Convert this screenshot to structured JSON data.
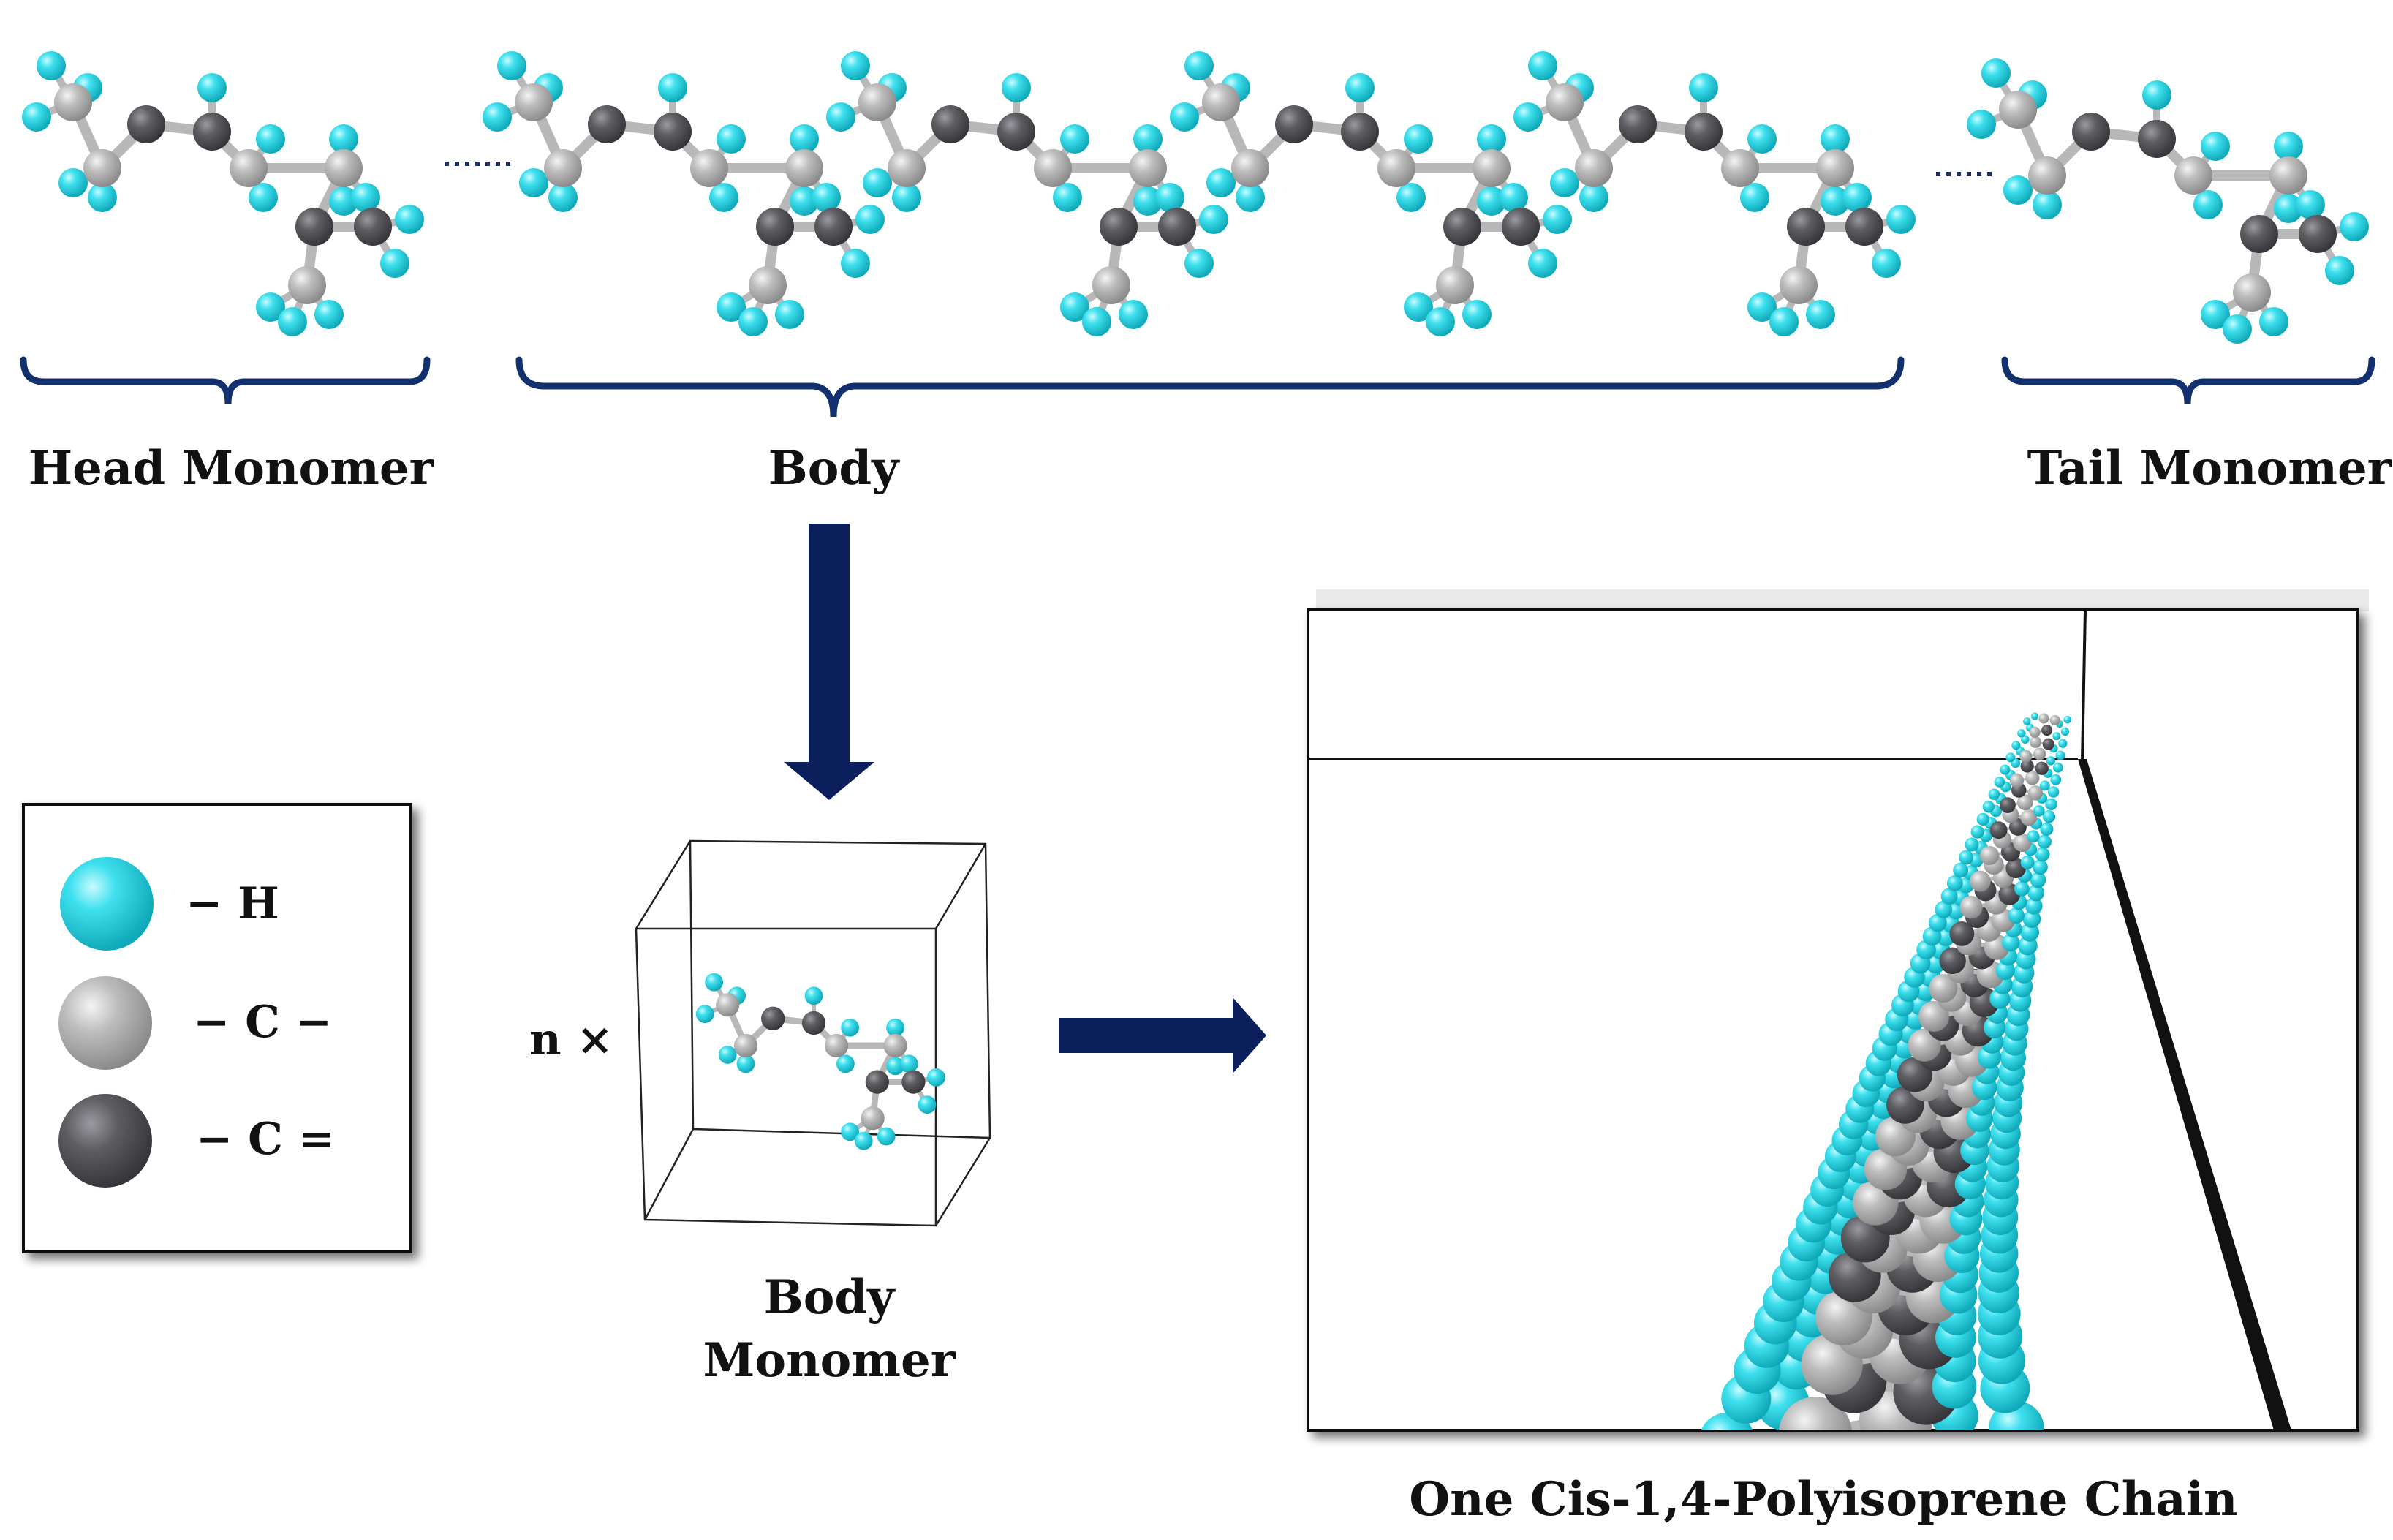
{
  "labels": {
    "head_monomer": "Head Monomer",
    "body": "Body",
    "tail_monomer": "Tail Monomer",
    "body_monomer_line1": "Body",
    "body_monomer_line2": "Monomer",
    "multiplier": "n ×",
    "final_caption": "One Cis-1,4-Polyisoprene Chain"
  },
  "legend": {
    "items": [
      {
        "symbol": "− H",
        "atom": "hydrogen"
      },
      {
        "symbol": "− C −",
        "atom": "single-bonded-carbon"
      },
      {
        "symbol": "− C =",
        "atom": "double-bonded-carbon"
      }
    ]
  },
  "colors": {
    "hydrogen": "#2fd3e0",
    "carbon_single": "#b4b4b4",
    "carbon_double": "#5a5a5e",
    "arrow": "#0b1f5c",
    "brace": "#13306e",
    "text": "#111111"
  }
}
